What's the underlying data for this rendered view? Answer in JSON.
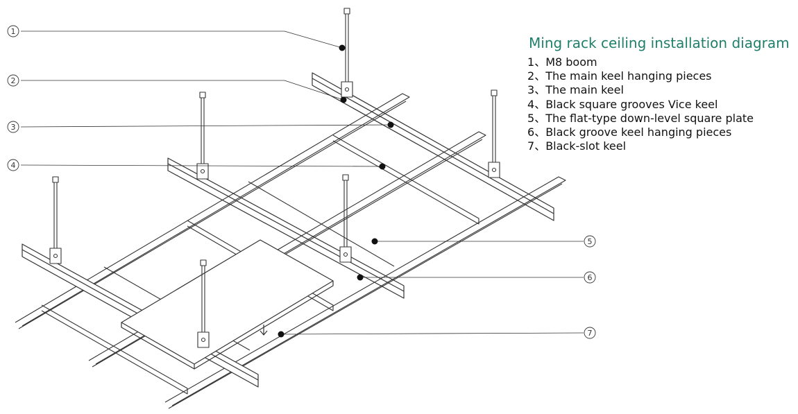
{
  "title": "Ming rack ceiling installation diagram",
  "legend": [
    {
      "num": "1",
      "label": "M8 boom"
    },
    {
      "num": "2",
      "label": "The main keel hanging pieces"
    },
    {
      "num": "3",
      "label": "The main keel"
    },
    {
      "num": "4",
      "label": "Black square grooves Vice keel"
    },
    {
      "num": "5",
      "label": "The flat-type down-level square plate"
    },
    {
      "num": "6",
      "label": "Black groove keel hanging pieces"
    },
    {
      "num": "7",
      "label": "Black-slot keel"
    }
  ],
  "callouts": [
    {
      "id": "c1",
      "label": "①",
      "side": "left"
    },
    {
      "id": "c2",
      "label": "②",
      "side": "left"
    },
    {
      "id": "c3",
      "label": "③",
      "side": "left"
    },
    {
      "id": "c4",
      "label": "④",
      "side": "left"
    },
    {
      "id": "c5",
      "label": "⑤",
      "side": "right"
    },
    {
      "id": "c6",
      "label": "⑥",
      "side": "right"
    },
    {
      "id": "c7",
      "label": "⑦",
      "side": "right"
    }
  ],
  "colors": {
    "title": "#1f7f6a",
    "line": "#333333",
    "text": "#111111"
  }
}
